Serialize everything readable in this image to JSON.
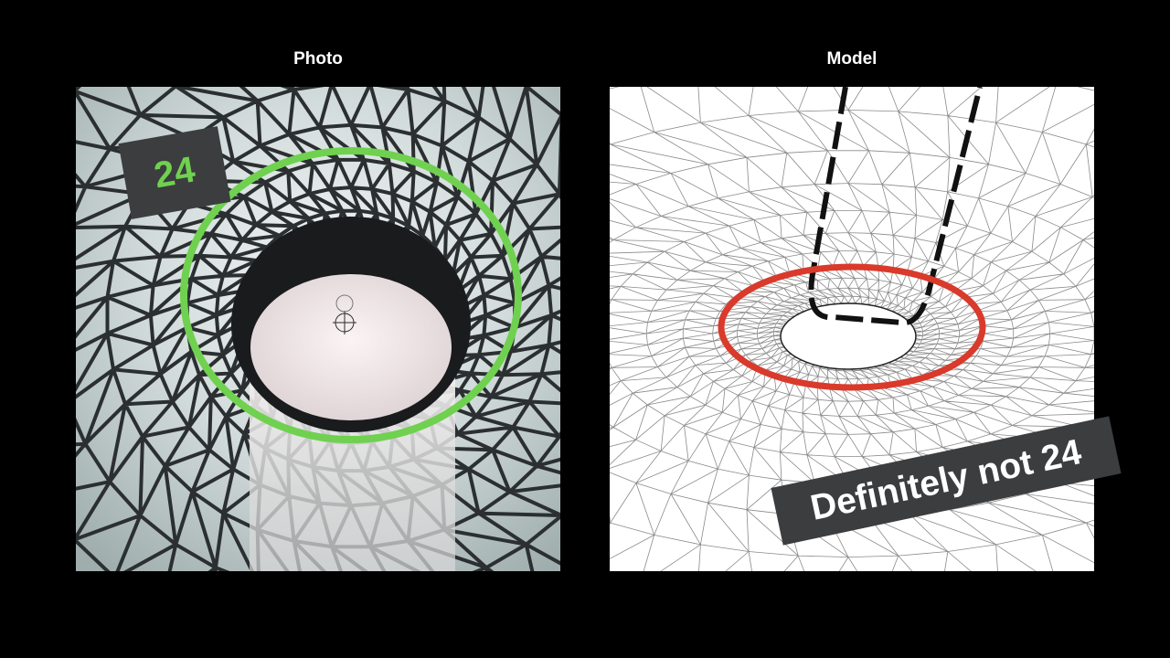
{
  "photo": {
    "title": "Photo",
    "label": "24",
    "label_color": "#6fd14f",
    "circle_color": "#6fd14f"
  },
  "model": {
    "title": "Model",
    "label": "Definitely not 24",
    "label_color": "#ffffff",
    "ellipse_color": "#d93a2b"
  }
}
